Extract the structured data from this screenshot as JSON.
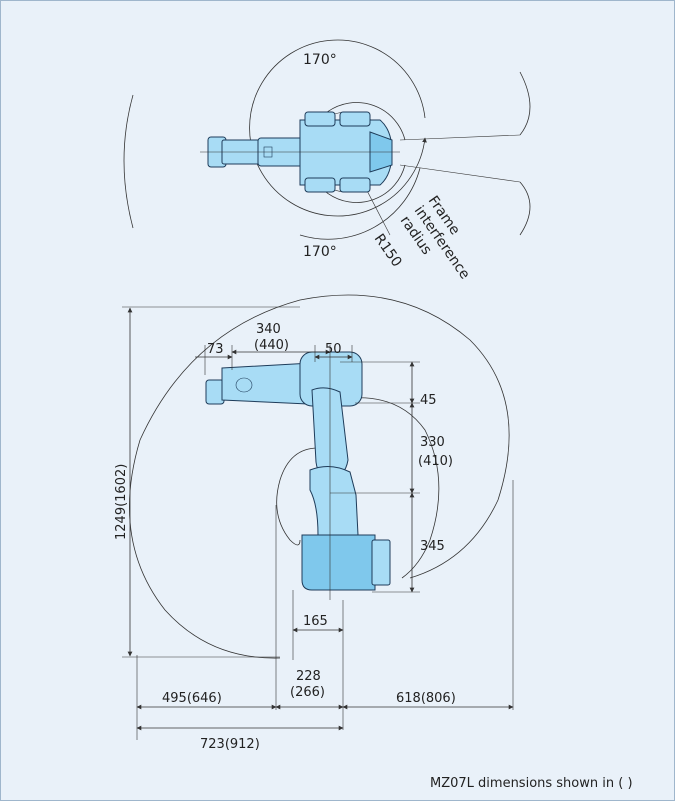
{
  "top_view": {
    "angle_top": "170°",
    "angle_bottom": "170°",
    "frame_label_line1": "Frame",
    "frame_label_line2": "interference",
    "frame_label_line3": "radius",
    "radius_label": "R150"
  },
  "side_view": {
    "dim_340": "340",
    "dim_440": "(440)",
    "dim_73": "73",
    "dim_50": "50",
    "dim_45": "45",
    "dim_330": "330",
    "dim_410": "(410)",
    "dim_345": "345",
    "dim_height": "1249(1602)",
    "dim_165": "165",
    "dim_228": "228",
    "dim_266": "(266)",
    "dim_495": "495(646)",
    "dim_618": "618(806)",
    "dim_723": "723(912)"
  },
  "footer": {
    "note": "MZ07L dimensions shown in ( )"
  },
  "colors": {
    "robot_body": "#a8dcf5",
    "outline": "#1e3c5a",
    "background": "#e9f1f9"
  }
}
